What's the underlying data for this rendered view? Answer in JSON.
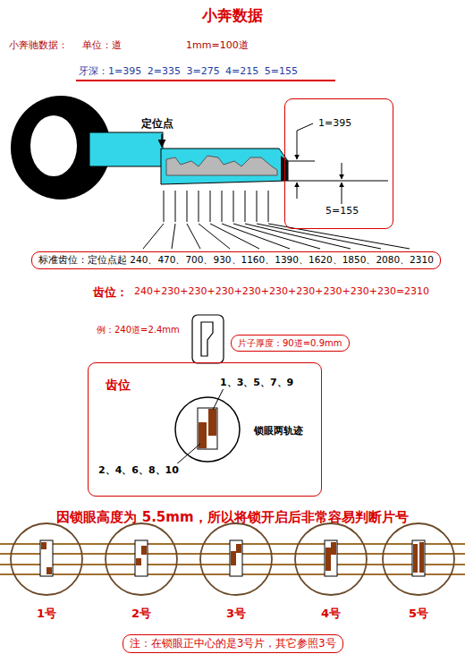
{
  "diagram": {
    "title": "小奔数据",
    "nodes": [
      {
        "text": [
          "1=395",
          "5=155"
        ]
      },
      {
        "text": [
          "标准齿位：定位点起 240、470、700、930、1160、1390、1620、1850、2080、2310"
        ]
      },
      {
        "text": [
          "片子厚度：90道=0.9mm"
        ]
      },
      {
        "text": [
          "齿位",
          "1、3、5、7、9",
          "锁眼两轨迹",
          "2、4、6、8、10"
        ]
      },
      {
        "text": [
          "1号"
        ]
      },
      {
        "text": [
          "2号"
        ]
      },
      {
        "text": [
          "3号"
        ]
      },
      {
        "text": [
          "4号"
        ]
      },
      {
        "text": [
          "5号"
        ]
      },
      {
        "text": [
          "注：在锁眼正中心的是3号片，其它参照3号"
        ]
      }
    ],
    "labels": [
      "小奔驰数据：",
      "单位：道",
      "1mm=100道",
      "牙深：1=395 2=335 3=275 4=215 5=155",
      "定位点",
      "齿位：",
      "240+230+230+230+230+230+230+230+230+230=2310",
      "例：240道=2.4mm",
      "因锁眼高度为 5.5mm，所以将锁开启后非常容易判断片号"
    ]
  }
}
